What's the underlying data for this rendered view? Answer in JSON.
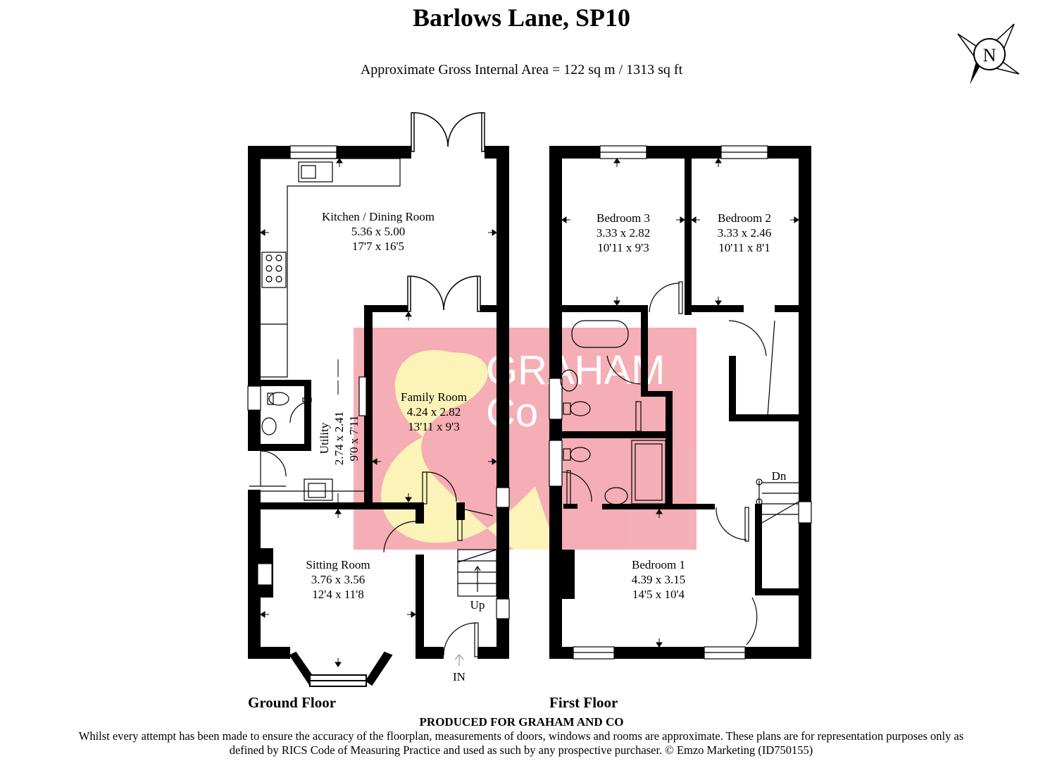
{
  "header": {
    "title": "Barlows Lane, SP10",
    "subtitle": "Approximate Gross Internal Area = 122 sq m / 1313 sq ft"
  },
  "compass": {
    "label": "N"
  },
  "ground_floor": {
    "label": "Ground Floor",
    "rooms": [
      {
        "name": "Kitchen / Dining Room",
        "metric": "5.36 x 5.00",
        "imperial": "17'7 x 16'5"
      },
      {
        "name": "Family Room",
        "metric": "4.24 x 2.82",
        "imperial": "13'11 x 9'3"
      },
      {
        "name": "Utility",
        "metric": "2.74 x 2.41",
        "imperial": "9'0 x 7'11"
      },
      {
        "name": "Sitting Room",
        "metric": "3.76 x 3.56",
        "imperial": "12'4 x 11'8"
      }
    ],
    "stairs_label": "Up",
    "entrance_label": "IN"
  },
  "first_floor": {
    "label": "First Floor",
    "rooms": [
      {
        "name": "Bedroom 3",
        "metric": "3.33 x 2.82",
        "imperial": "10'11 x 9'3"
      },
      {
        "name": "Bedroom 2",
        "metric": "3.33 x 2.46",
        "imperial": "10'11 x 8'1"
      },
      {
        "name": "Bedroom 1",
        "metric": "4.39 x 3.15",
        "imperial": "14'5 x 10'4"
      }
    ],
    "stairs_label": "Dn"
  },
  "watermark": {
    "line1": "GRAHAM",
    "line2": "Co",
    "pink": "#f4a6ae",
    "yellow": "#fbf5b0"
  },
  "footer": {
    "produced": "PRODUCED FOR GRAHAM AND CO",
    "disclaimer": "Whilst every attempt has been made to ensure the accuracy of the floorplan, measurements of doors, windows and rooms are approximate. These plans are for representation purposes only as defined by RICS Code of Measuring Practice and used as such by any prospective purchaser. © Emzo Marketing (ID750155)"
  }
}
